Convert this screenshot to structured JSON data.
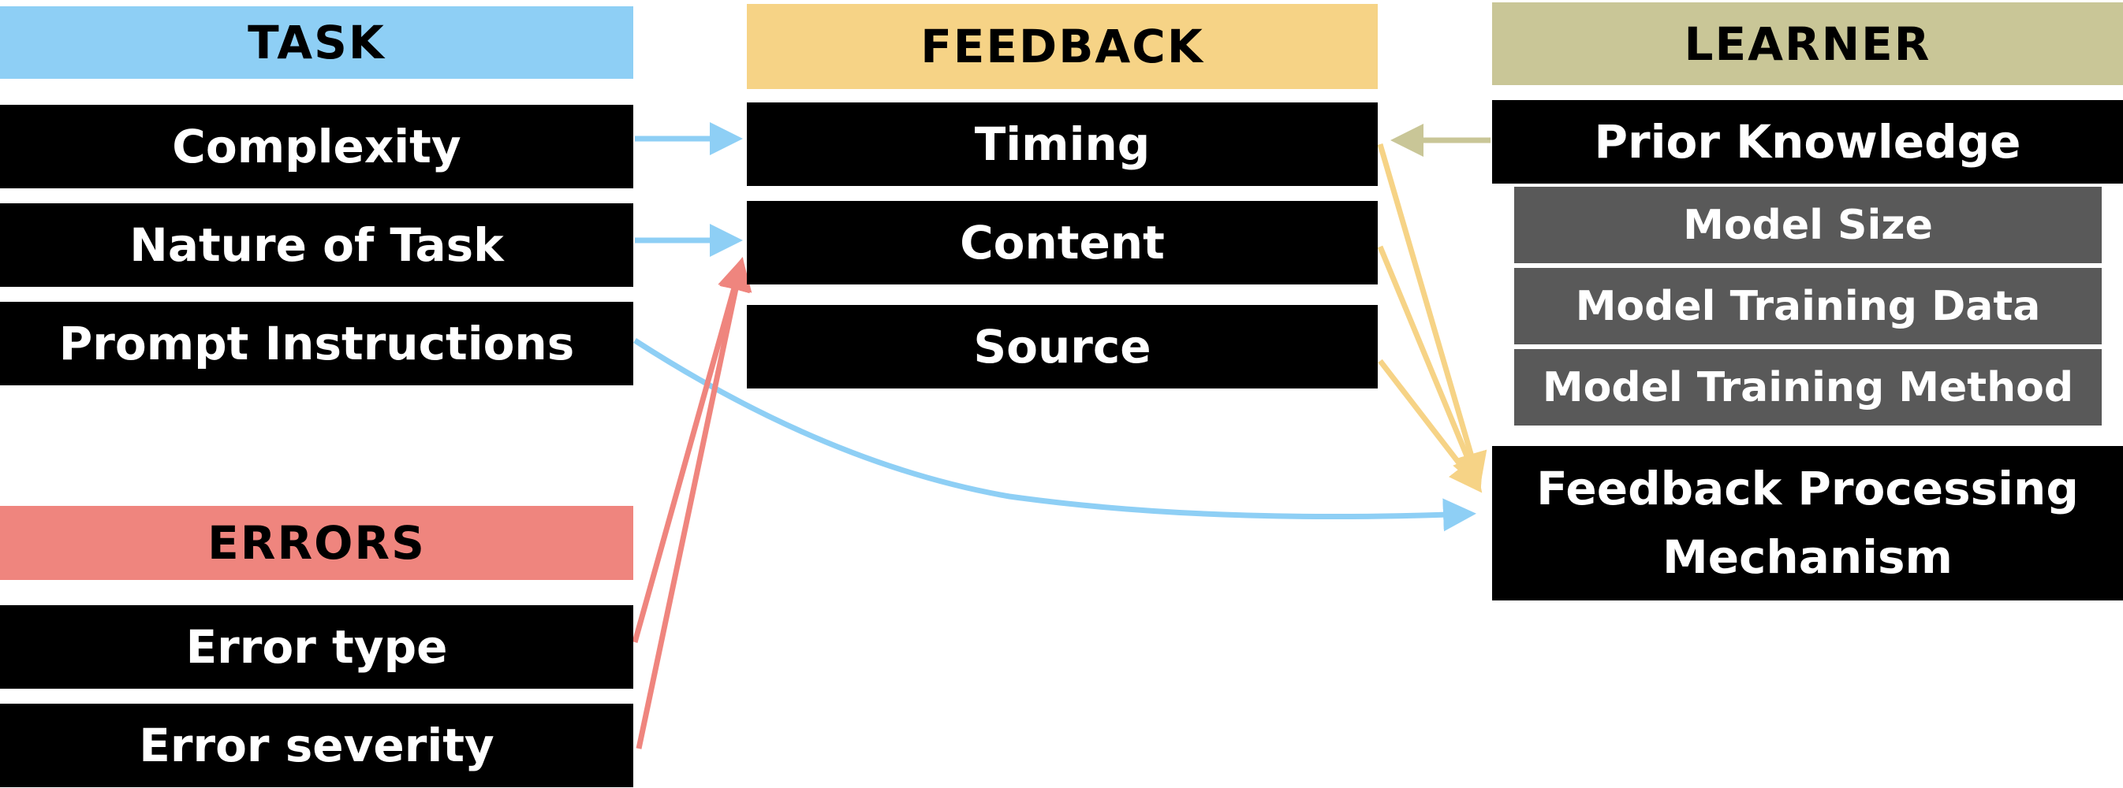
{
  "task": {
    "header": "TASK",
    "items": [
      "Complexity",
      "Nature of Task",
      "Prompt Instructions"
    ]
  },
  "errors": {
    "header": "ERRORS",
    "items": [
      "Error type",
      "Error severity"
    ]
  },
  "feedback": {
    "header": "FEEDBACK",
    "items": [
      "Timing",
      "Content",
      "Source"
    ]
  },
  "learner": {
    "header": "LEARNER",
    "prior_knowledge": "Prior Knowledge",
    "model_factors": [
      "Model Size",
      "Model Training Data",
      "Model Training Method"
    ],
    "processing_line1": "Feedback Processing",
    "processing_line2": "Mechanism"
  },
  "colors": {
    "task": "#8ecff5",
    "errors": "#ef857e",
    "feedback": "#f6d386",
    "learner": "#c9c697",
    "box": "#000000",
    "sub_box": "#595959"
  }
}
